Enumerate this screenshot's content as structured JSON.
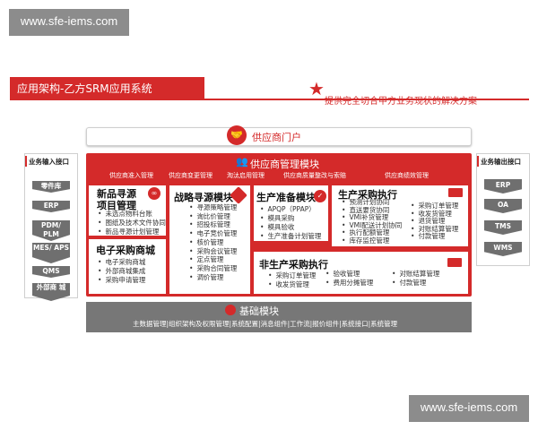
{
  "watermark": {
    "top": "www.sfe-iems.com",
    "bottom": "www.sfe-iems.com"
  },
  "title": "应用架构-乙方SRM应用系统",
  "slogan": "提供完全切合甲方业务现状的解决方案",
  "portal": {
    "label": "供应商门户",
    "icon": "handshake-icon"
  },
  "supplier_mgmt": {
    "label": "供应商管理模块",
    "icon": "people-icon",
    "subitems": [
      "供应商准入管理",
      "供应商变更管理",
      "淘汰启用管理",
      "供应商质量整改与索赔",
      "供应商绩效管理"
    ]
  },
  "sourcing": {
    "title_line1": "新品寻源",
    "title_line2": "项目管理",
    "items": [
      "未选点物料台账",
      "图纸及技术文件协同",
      "新品寻源计划管理"
    ]
  },
  "strategy": {
    "title": "战略寻源模块",
    "items": [
      "寻源策略管理",
      "询比价管理",
      "招投标管理",
      "电子竞价管理",
      "核价管理",
      "采购会议管理",
      "定点管理",
      "采购合同管理",
      "调价管理"
    ]
  },
  "prep": {
    "title": "生产准备模块",
    "items": [
      "APQP（PPAP）",
      "模具采购",
      "模具验收",
      "生产准备计划管理"
    ]
  },
  "exec": {
    "title": "生产采购执行",
    "left_items": [
      "预测计划协同",
      "直送要货协同",
      "VMI补货管理",
      "VMI配送计划协同",
      "执行配额管理",
      "库存监控管理"
    ],
    "right_items": [
      "采购订单管理",
      "收发货管理",
      "退货管理",
      "对账结算管理",
      "付款管理"
    ]
  },
  "mall": {
    "title": "电子采购商城",
    "items": [
      "电子采购商城",
      "外部商城集成",
      "采购申请管理"
    ]
  },
  "nonprod": {
    "title": "非生产采购执行",
    "col1": [
      "采购订单管理",
      "收发货管理"
    ],
    "col2": [
      "验收管理",
      "费用分摊管理"
    ],
    "col3": [
      "对账结算管理",
      "付款管理"
    ]
  },
  "base": {
    "label": "基础模块",
    "sub": "主数据管理|组织架构及权限管理|系统配置|消息组件|工作流|报价组件|系统接口|系统管理"
  },
  "input": {
    "title": "业务输入接口",
    "items": [
      "零件库",
      "ERP",
      "PDM/ PLM",
      "MES/ APS",
      "QMS",
      "外部商 城"
    ]
  },
  "output": {
    "title": "业务输出接口",
    "items": [
      "ERP",
      "OA",
      "TMS",
      "WMS"
    ]
  },
  "colors": {
    "accent": "#d42a2a",
    "gray": "#777777"
  }
}
